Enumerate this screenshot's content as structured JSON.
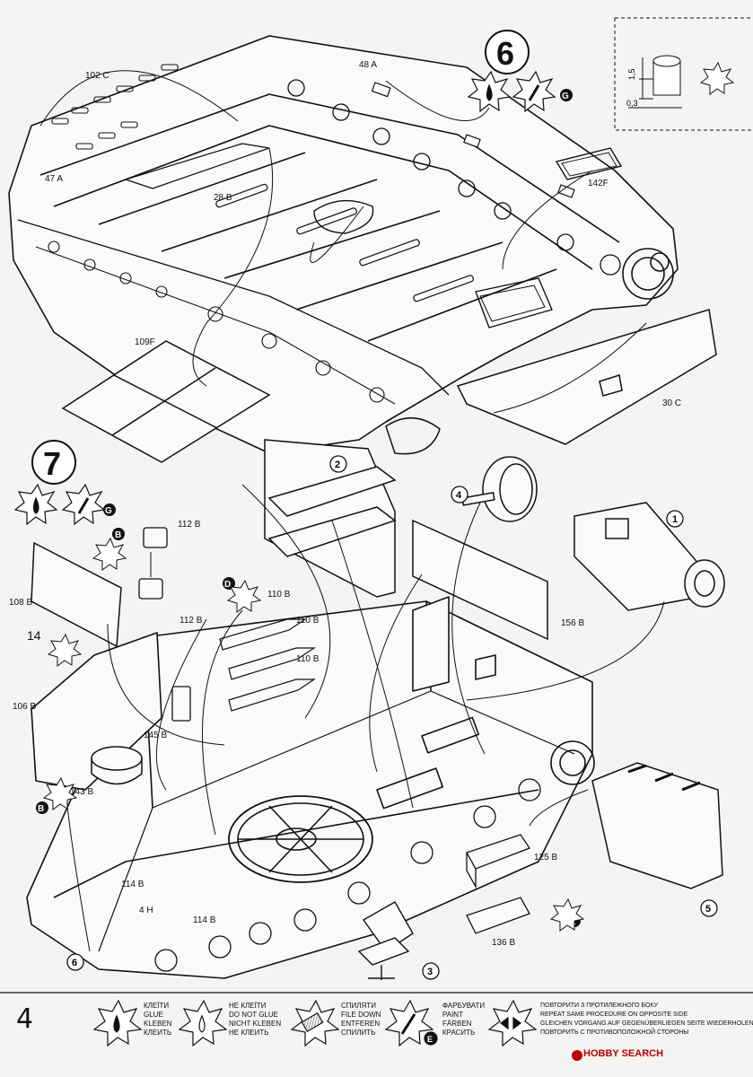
{
  "page_number": "4",
  "steps": {
    "step6": "6",
    "step7": "7"
  },
  "sub_steps": [
    "1",
    "2",
    "3",
    "4",
    "5",
    "6"
  ],
  "detail_inset": {
    "dim1": "1,5",
    "dim2": "0,3"
  },
  "part_labels": {
    "p102c": "102 C",
    "p47a": "47 A",
    "p48a": "48 A",
    "p28b": "28 B",
    "p142f": "142F",
    "p109f": "109F",
    "p30c": "30 C",
    "p112b_top": "112 B",
    "p112b_bot": "112 B",
    "p108b": "108 B",
    "p14": "14",
    "p106b": "106 B",
    "p145b": "145 B",
    "p143b": "143 B",
    "p110b_1": "110 B",
    "p110b_2": "110 B",
    "p110b_3": "110 B",
    "p156b": "156 B",
    "p125b": "125 B",
    "p136b": "136 B",
    "p114b_1": "114 B",
    "p114b_2": "114 B",
    "p4h": "4 H"
  },
  "paint_codes": {
    "b1": "B",
    "b2": "B",
    "d": "D",
    "e1": "E",
    "e2": "E",
    "g1": "G",
    "g2": "G"
  },
  "legend": [
    {
      "icon": "glue-icon",
      "lines": [
        "КЛЕЇТИ",
        "GLUE",
        "KLEBEN",
        "КЛЕИТЬ"
      ]
    },
    {
      "icon": "no-glue-icon",
      "lines": [
        "НЕ КЛЕЇТИ",
        "DO NOT GLUE",
        "NICHT KLEBEN",
        "НЕ КЛЕИТЬ"
      ]
    },
    {
      "icon": "file-down-icon",
      "lines": [
        "СПИЛЯТИ",
        "FILE DOWN",
        "ENTFEREN",
        "СПИЛИТЬ"
      ]
    },
    {
      "icon": "paint-icon",
      "code": "E",
      "lines": [
        "ФАРБУВАТИ",
        "PAINT",
        "FÄRBEN",
        "КРАСИТЬ"
      ]
    },
    {
      "icon": "repeat-opposite-icon",
      "lines": [
        "ПОВТОРИТИ З ПРОТИЛЕЖНОГО БОКУ",
        "REPEAT SAME PROCEDURE ON OPPOSITE SIDE",
        "GLEICHEN VORGANG AUF GEGENÜBERLIEGEN SEITE WIEDERHOLEN",
        "ПОВТОРИТЬ С ПРОТИВОПОЛОЖНОЙ СТОРОНЫ"
      ]
    }
  ],
  "watermark": "HOBBY SEARCH"
}
